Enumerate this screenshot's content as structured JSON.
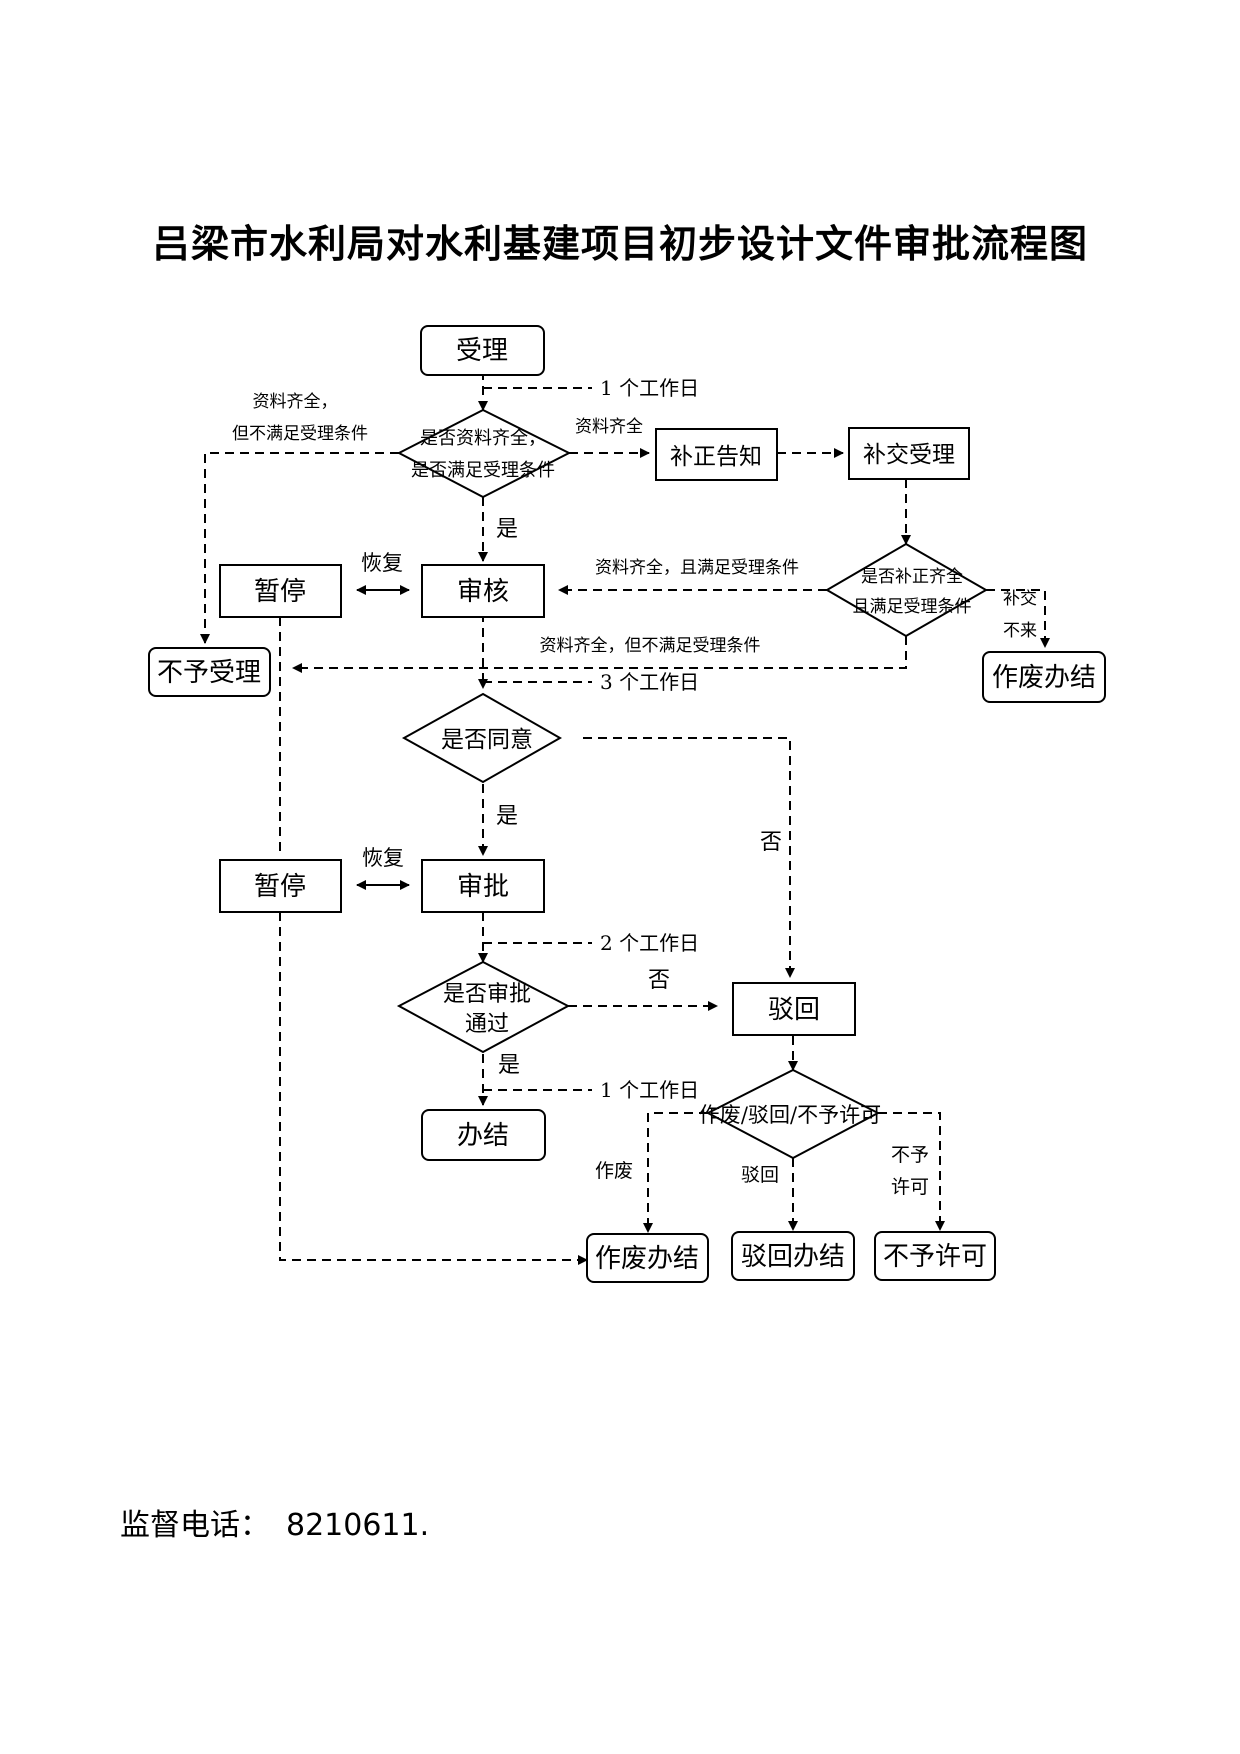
{
  "title": "吕梁市水利局对水利基建项目初步设计文件审批流程图",
  "nodes": {
    "accept": "受理",
    "check_docs": [
      "是否资料齐全，",
      "是否满足受理条件"
    ],
    "correction_notice": "补正告知",
    "resubmit_accept": "补交受理",
    "pause_1": "暂停",
    "review": "审核",
    "check_resubmit": [
      "是否补正齐全",
      "且满足受理条件"
    ],
    "reject_accept": "不予受理",
    "void_1": "作废办结",
    "agree": "是否同意",
    "pause_2": "暂停",
    "approval": "审批",
    "approval_pass": [
      "是否审批",
      "通过"
    ],
    "return": "驳回",
    "done": "办结",
    "final_decision": "作废/驳回/不予许可",
    "void_2": "作废办结",
    "return_done": "驳回办结",
    "not_permit": "不予许可"
  },
  "edge_labels": {
    "docs_incomplete": [
      "资料齐全，",
      "但不满足受理条件"
    ],
    "docs_complete": "资料齐全",
    "yes_1": "是",
    "resume_1": "恢复",
    "complete_and_meet": "资料齐全，且满足受理条件",
    "not_submitted": [
      "补交",
      "不来"
    ],
    "complete_not_meet": "资料齐全，但不满足受理条件",
    "yes_2": "是",
    "no_1": "否",
    "resume_2": "恢复",
    "no_2": "否",
    "yes_3": "是",
    "void": "作废",
    "returned": "驳回",
    "not_permitted": [
      "不予",
      "许可"
    ]
  },
  "durations": {
    "d1": "1 个工作日",
    "d2": "3 个工作日",
    "d3": "2 个工作日",
    "d4": "1 个工作日"
  },
  "footer": {
    "label": "监督电话：",
    "phone": "8210611."
  }
}
